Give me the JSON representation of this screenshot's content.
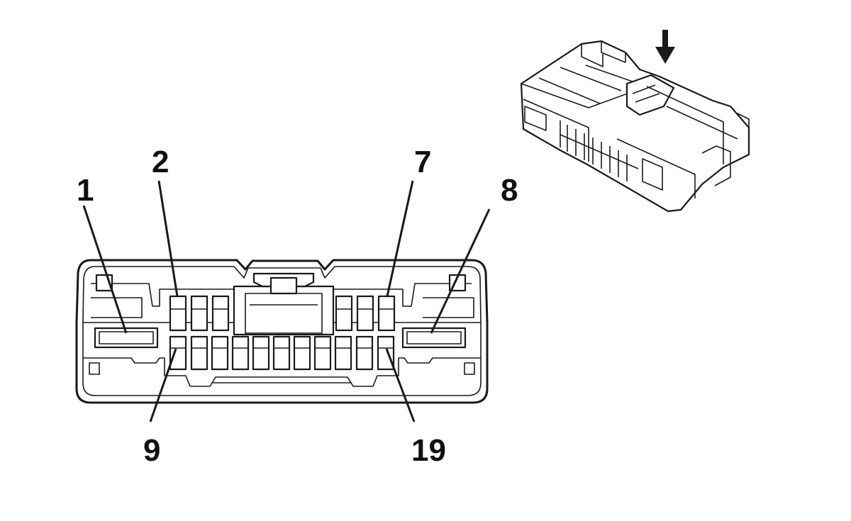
{
  "pin_labels": {
    "pin1": "1",
    "pin2": "2",
    "pin7": "7",
    "pin8": "8",
    "pin9": "9",
    "pin19": "19"
  },
  "colors": {
    "line": "#1a1a1a",
    "background": "#ffffff"
  }
}
